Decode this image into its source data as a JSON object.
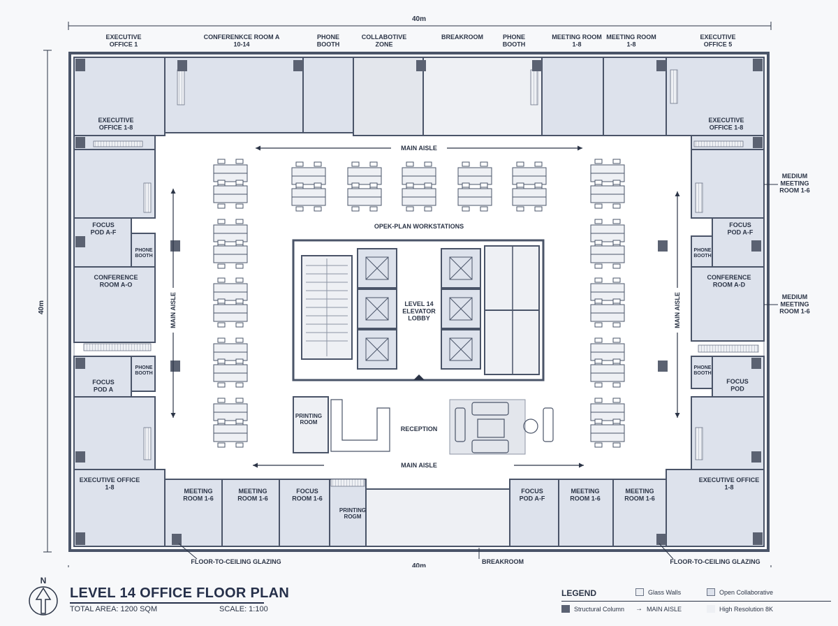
{
  "dimensions": {
    "top": "40m",
    "bottom": "40m",
    "left": "40m"
  },
  "rooms": {
    "executive_office_1": "EXECUTIVE\nOFFICE 1",
    "conference_room_a": "CONFERENKCE ROOM A\n10-14",
    "phone_booth_top_1": "PHONE\nBOOTH",
    "collab_zone": "COLLABOTIVE\nZONE",
    "breakroom_top": "BREAKROOM",
    "phone_booth_top_2": "PHONE\nBOOTH",
    "meeting_room_top_1": "MEETING ROOM\n1-8",
    "meeting_room_top_2": "MEETING ROOM\n1-8",
    "executive_office_5": "EXECUTIVE\nOFFICE 5",
    "exec_office_1_8_tl": "EXECUTIVE\nOFFICE 1-8",
    "exec_office_1_8_tr": "EXECUTIVE\nOFFICE 1-8",
    "focus_pod_af_left": "FOCUS\nPOD A-F",
    "phone_booth_left_1": "PHONE\nBOOTH",
    "conference_room_ao": "CONFERENCE\nROOM A-O",
    "phone_booth_left_2": "PHONE\nBOOTH",
    "focus_pod_a": "FOCUS\nPOD A",
    "exec_office_1_8_bl": "EXECUTIVE OFFICE\n1-8",
    "meeting_room_b1": "MEETING\nROOM 1-6",
    "meeting_room_b2": "MEETING\nROOM 1-6",
    "focus_room_b": "FOCUS\nROOM 1-6",
    "printing_room_bottom": "PRINTING\nROGM",
    "focus_pod_af_bottom": "FOCUS\nPOD A-F",
    "meeting_room_b3": "MEETING\nROOM 1-6",
    "meeting_room_b4": "MEETING\nROOM 1-6",
    "exec_office_1_8_br": "EXECUTIVE OFFICE\n1-8",
    "focus_pod_af_right": "FOCUS\nPOD A-F",
    "phone_booth_right_1": "PHONE\nBOOTH",
    "conference_room_ad": "CONFERENCE\nROOM A-D",
    "phone_booth_right_2": "PHONE\nBOOTH",
    "focus_pod_right": "FOCUS\nPOD",
    "printing_room_core": "PRINTING\nROOM",
    "elevator_lobby": "LEVEL 14\nELEVATOR\nLOBBY",
    "reception": "RECEPTION",
    "open_plan": "OPEK-PLAN WORKSTATIONS"
  },
  "aisles": {
    "top": "MAIN AISLE",
    "bottom": "MAIN AISLE",
    "left": "MAIN AISLE",
    "right": "MAIN AISLE"
  },
  "callouts": {
    "medium_meeting_1": "MEDIUM\nMEETING\nROOM 1-6",
    "medium_meeting_2": "MEDIUM\nMEETING\nROOM 1-6",
    "glazing_left": "FLOOR-TO-CEILING GLAZING",
    "glazing_right": "FLOOR-TO-CEILING GLAZING",
    "breakroom_bottom": "BREAKROOM"
  },
  "title_block": {
    "north": "N",
    "title": "LEVEL 14 OFFICE FLOOR PLAN",
    "total_area": "TOTAL AREA: 1200 SQM",
    "scale": "SCALE: 1:100"
  },
  "legend": {
    "title": "LEGEND",
    "glass_walls": "Glass Walls",
    "open_collaborative": "Open Collaborative",
    "structural_column": "Structural Column",
    "main_aisle": "MAIN AISLE",
    "high_resolution": "High Resolution 8K"
  },
  "colors": {
    "wall": "#4a5468",
    "room_fill": "#dde2ec",
    "floor": "#ffffff",
    "column": "#5b6272",
    "collab_fill": "#e3e6ec"
  }
}
